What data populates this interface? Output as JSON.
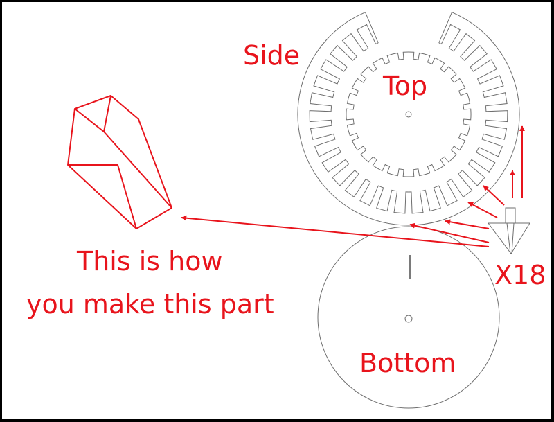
{
  "labels": {
    "side": "Side",
    "top": "Top",
    "bottom": "Bottom",
    "count": "X18",
    "caption_line1": "This is how",
    "caption_line2": "you make this part"
  },
  "colors": {
    "annotation": "#e8141c",
    "drawing": "#6e6e6e",
    "background": "#ffffff"
  }
}
